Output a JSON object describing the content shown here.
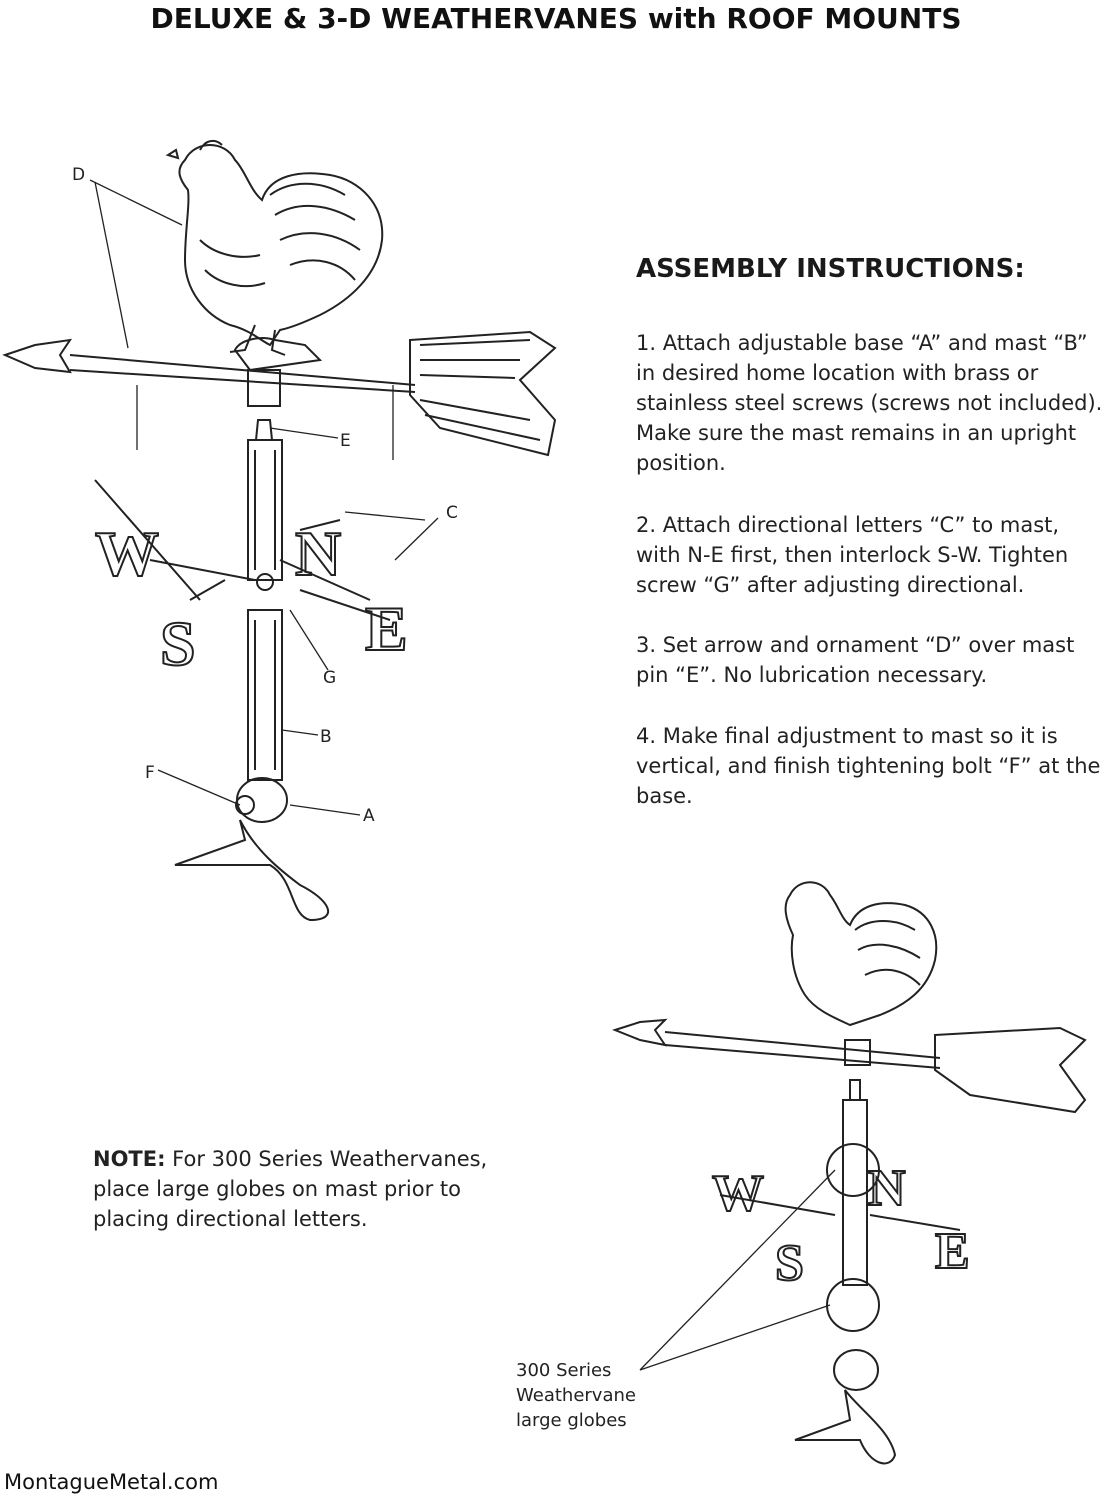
{
  "title": "DELUXE & 3-D WEATHERVANES with ROOF MOUNTS",
  "assembly": {
    "heading": "ASSEMBLY INSTRUCTIONS:",
    "steps": [
      "1. Attach adjustable base “A” and mast “B” in desired home location with brass or stainless steel screws (screws not included). Make sure the mast remains in an upright position.",
      "2. Attach directional letters “C” to mast, with N-E first, then interlock S-W. Tighten screw “G” after adjusting directional.",
      "3. Set arrow and ornament “D” over mast pin “E”. No lubrication necessary.",
      "4. Make final adjustment to mast so it is vertical, and finish tightening bolt “F” at the base."
    ]
  },
  "note": {
    "label": "NOTE:",
    "text": " For 300 Series Weathervanes, place large globes on mast prior to placing directional letters."
  },
  "diagram_labels": {
    "A": "A",
    "B": "B",
    "C": "C",
    "D": "D",
    "E": "E",
    "F": "F",
    "G": "G"
  },
  "letters": {
    "W": "W",
    "N": "N",
    "S": "S",
    "E": "E"
  },
  "caption": [
    "300 Series",
    "Weathervane",
    "large globes"
  ],
  "footer": "MontagueMetal.com"
}
